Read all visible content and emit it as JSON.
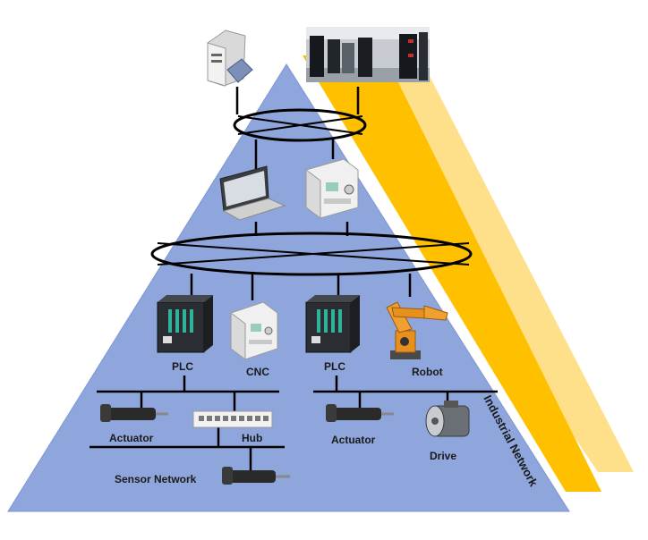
{
  "labels": {
    "plc_left": "PLC",
    "cnc": "CNC",
    "plc_right": "PLC",
    "robot": "Robot",
    "actuator_left": "Actuator",
    "hub": "Hub",
    "actuator_right": "Actuator",
    "drive": "Drive",
    "sensor_network": "Sensor Network",
    "side_label": "Industrial Network"
  },
  "colors": {
    "pyramid_fill": "#8fa6dc",
    "pyramid_edge": "#6f8ccc",
    "band_dark": "#ffc000",
    "band_light": "#ffe08a",
    "line": "#000000"
  }
}
